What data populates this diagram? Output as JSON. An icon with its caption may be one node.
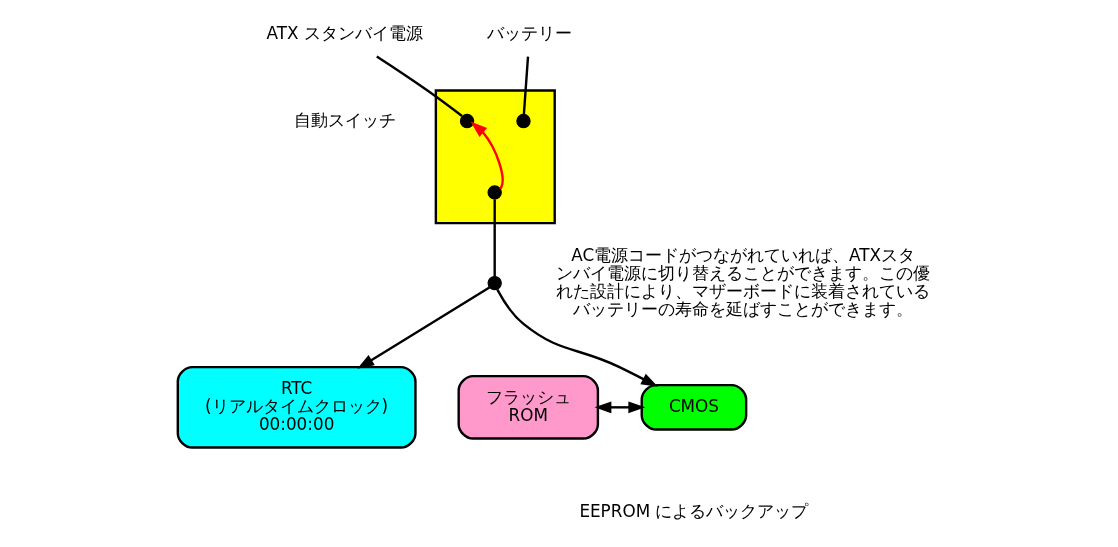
{
  "diagram": {
    "nodes": [
      {
        "text": [
          "ATX スタンバイ電源"
        ]
      },
      {
        "text": [
          "バッテリー"
        ]
      },
      {
        "text": [],
        "shape": "box",
        "beside": [
          "自動スイッチ"
        ]
      },
      {
        "text": [],
        "shape": "circle",
        "in": 2
      },
      {
        "text": [],
        "shape": "circle",
        "in": 2
      },
      {
        "text": [],
        "shape": "circle",
        "in": 2
      },
      {
        "text": [],
        "shape": "circle"
      },
      {
        "text": [
          "RTC",
          "(リアルタイムクロック)",
          "00:00:00"
        ]
      },
      {
        "text": [
          "フラッシュ",
          "ROM"
        ]
      },
      {
        "text": [
          "CMOS"
        ]
      }
    ],
    "edges": [
      {
        "from": 0,
        "to": 3,
        "arrow": "none"
      },
      {
        "from": 1,
        "to": 4,
        "arrow": "none"
      },
      {
        "from": 5,
        "to": 3,
        "arrow": "to",
        "color": "#ff0000"
      },
      {
        "from": 5,
        "to": 6,
        "arrow": "none"
      },
      {
        "from": 6,
        "to": 7,
        "arrow": "to"
      },
      {
        "from": 6,
        "to": 9,
        "arrow": "to"
      },
      {
        "from": 8,
        "to": 9,
        "arrow": "both"
      }
    ],
    "labels": [
      "AC電源コードがつながれていれば、ATXスタンバイ電源に切り替えることができます。この優れた設計により、マザーボードに装着されているバッテリーの寿命を延ばすことができます。",
      "EEPROM によるバックアップ"
    ]
  }
}
